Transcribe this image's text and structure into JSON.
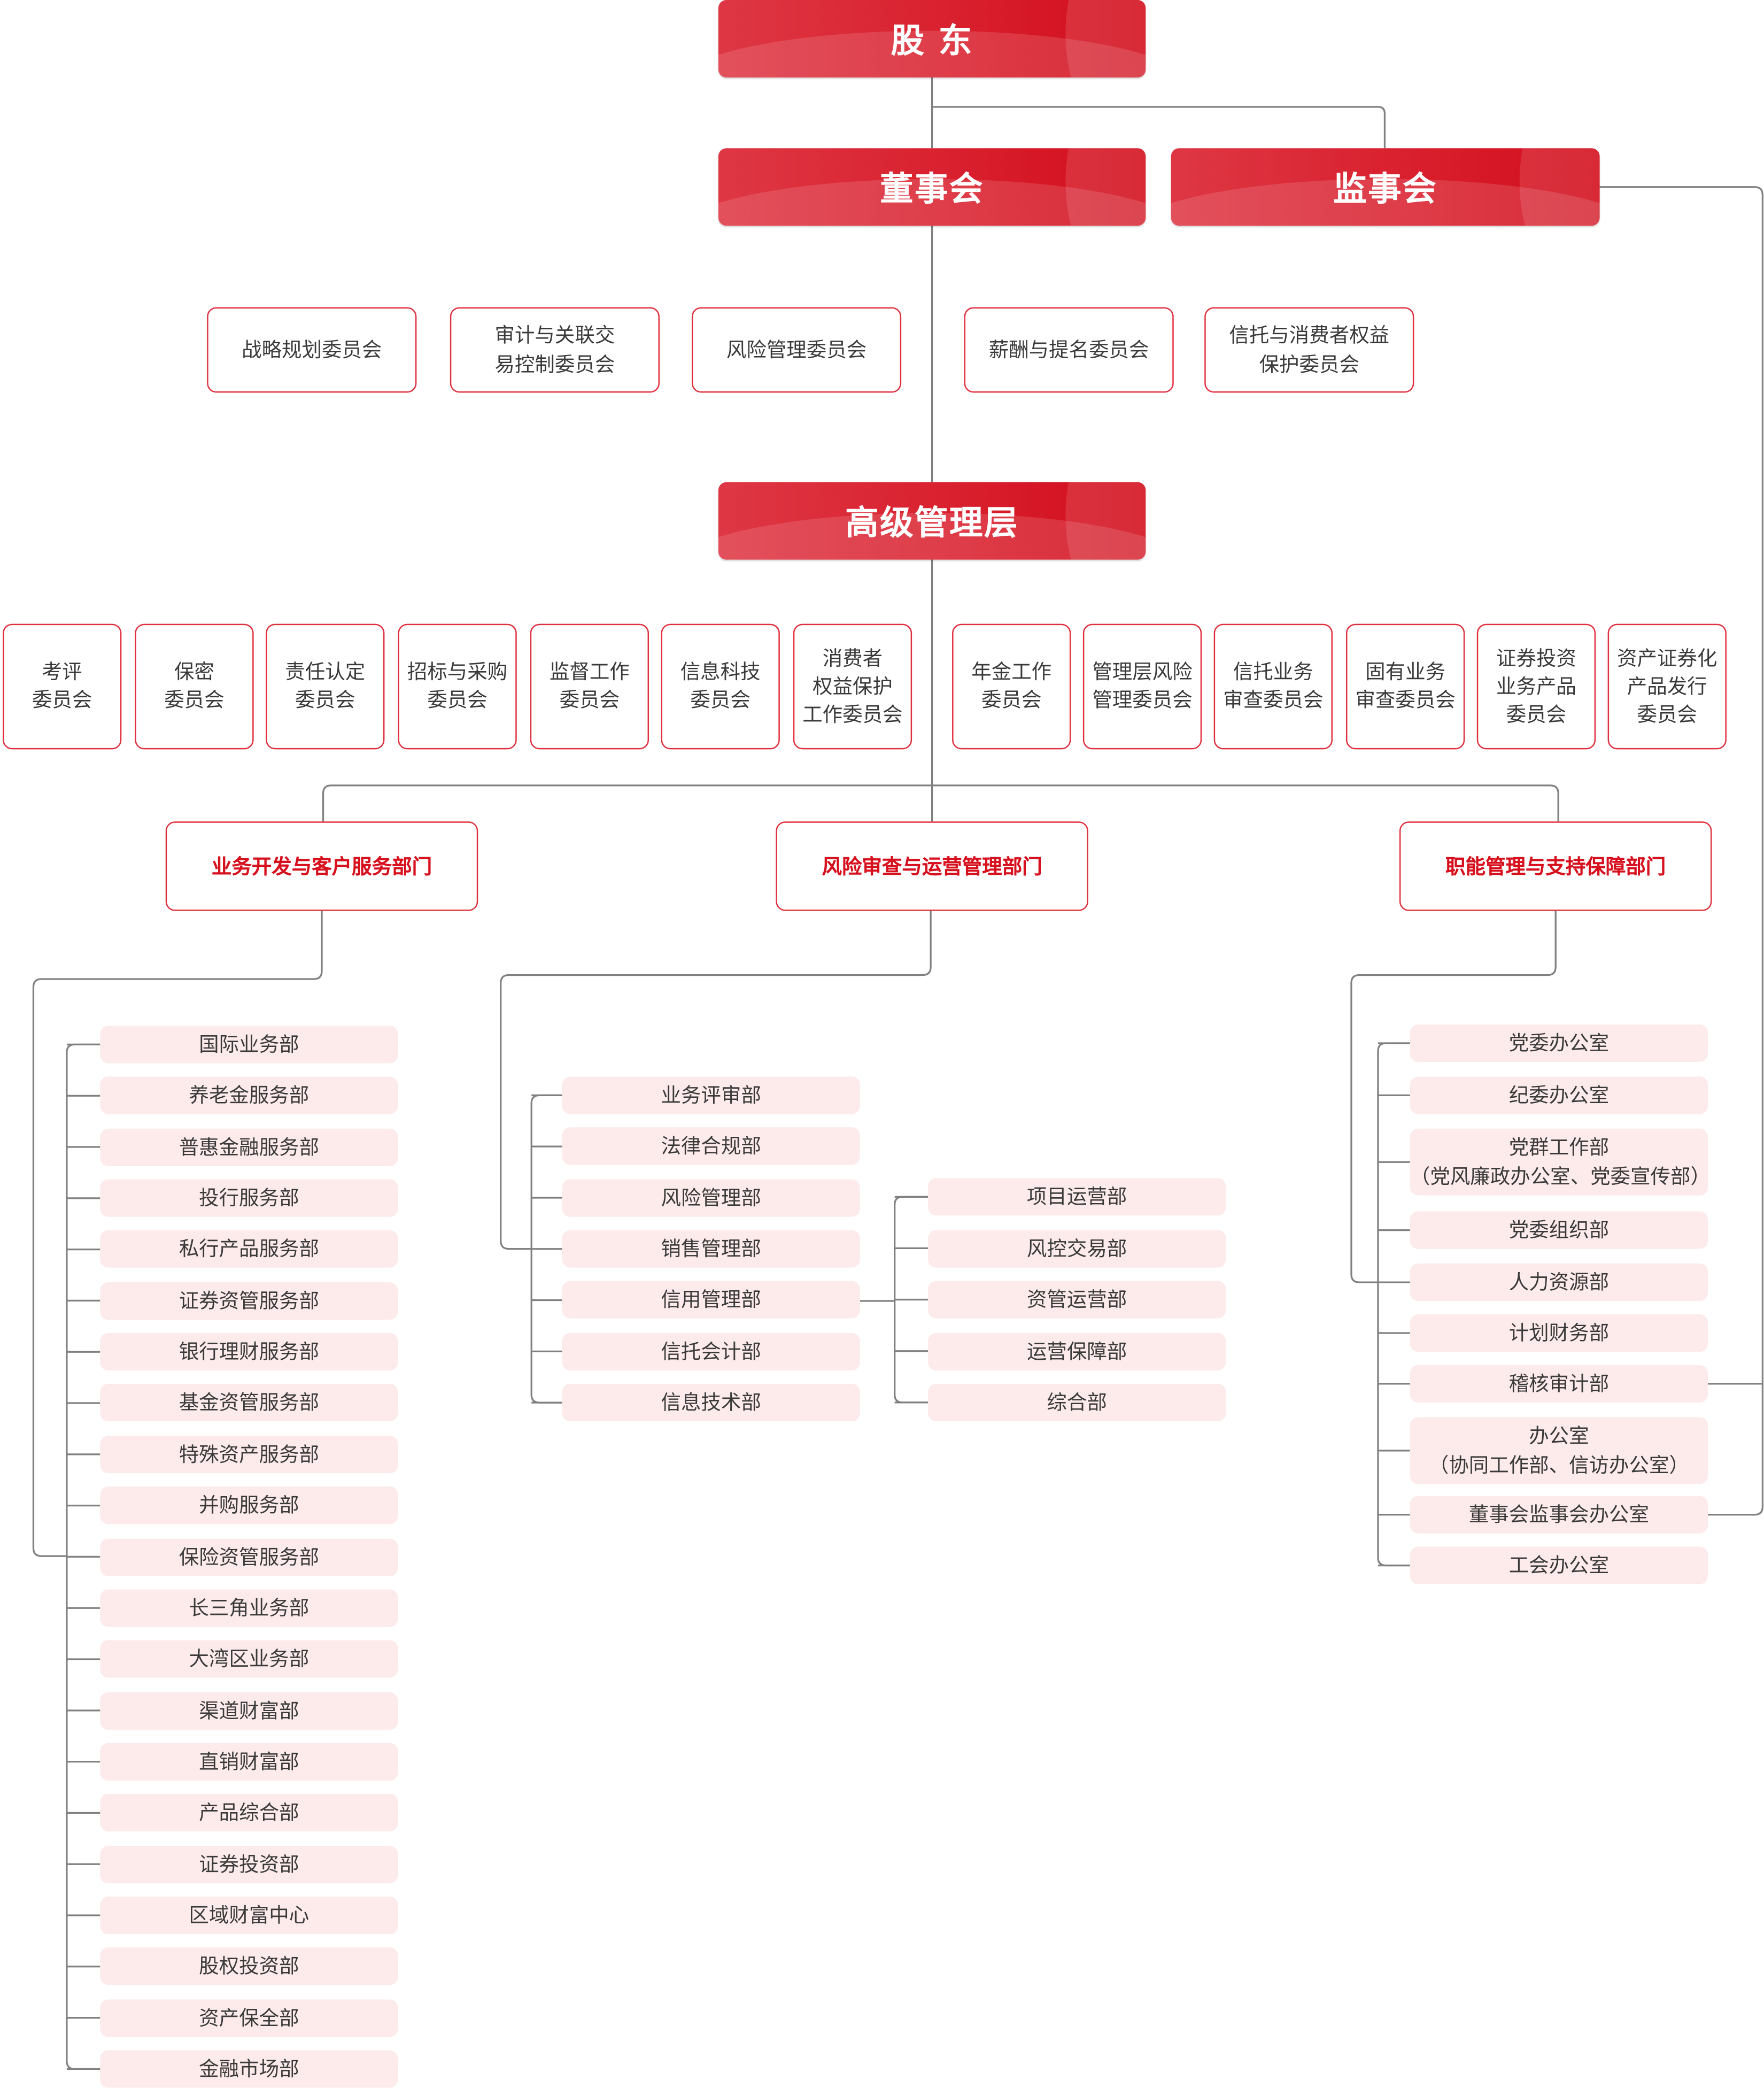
{
  "colors": {
    "primary_red": "#d7101e",
    "border_red": "#e0303f",
    "item_fill": "#fdeaea",
    "text": "#3a3a3a",
    "line": "#808080"
  },
  "top": {
    "shareholders": "股 东",
    "board": "董事会",
    "supervisors": "监事会",
    "senior_management": "高级管理层"
  },
  "board_committees": [
    "战略规划委员会",
    "审计与关联交\n易控制委员会",
    "风险管理委员会",
    "薪酬与提名委员会",
    "信托与消费者权益\n保护委员会"
  ],
  "management_committees": [
    "考评\n委员会",
    "保密\n委员会",
    "责任认定\n委员会",
    "招标与采购\n委员会",
    "监督工作\n委员会",
    "信息科技\n委员会",
    "消费者\n权益保护\n工作委员会",
    "年金工作\n委员会",
    "管理层风险\n管理委员会",
    "信托业务\n审查委员会",
    "固有业务\n审查委员会",
    "证券投资\n业务产品\n委员会",
    "资产证券化\n产品发行\n委员会"
  ],
  "departments": {
    "business": {
      "title": "业务开发与客户服务部门",
      "items": [
        "国际业务部",
        "养老金服务部",
        "普惠金融服务部",
        "投行服务部",
        "私行产品服务部",
        "证券资管服务部",
        "银行理财服务部",
        "基金资管服务部",
        "特殊资产服务部",
        "并购服务部",
        "保险资管服务部",
        "长三角业务部",
        "大湾区业务部",
        "渠道财富部",
        "直销财富部",
        "产品综合部",
        "证券投资部",
        "区域财富中心",
        "股权投资部",
        "资产保全部",
        "金融市场部"
      ]
    },
    "risk": {
      "title": "风险审查与运营管理部门",
      "items": [
        "业务评审部",
        "法律合规部",
        "风险管理部",
        "销售管理部",
        "信用管理部",
        "信托会计部",
        "信息技术部"
      ],
      "sub_items": [
        "项目运营部",
        "风控交易部",
        "资管运营部",
        "运营保障部",
        "综合部"
      ]
    },
    "support": {
      "title": "职能管理与支持保障部门",
      "items": [
        "党委办公室",
        "纪委办公室",
        "党群工作部\n（党风廉政办公室、党委宣传部）",
        "党委组织部",
        "人力资源部",
        "计划财务部",
        "稽核审计部",
        "办公室\n（协同工作部、信访办公室）",
        "董事会监事会办公室",
        "工会办公室"
      ]
    }
  }
}
